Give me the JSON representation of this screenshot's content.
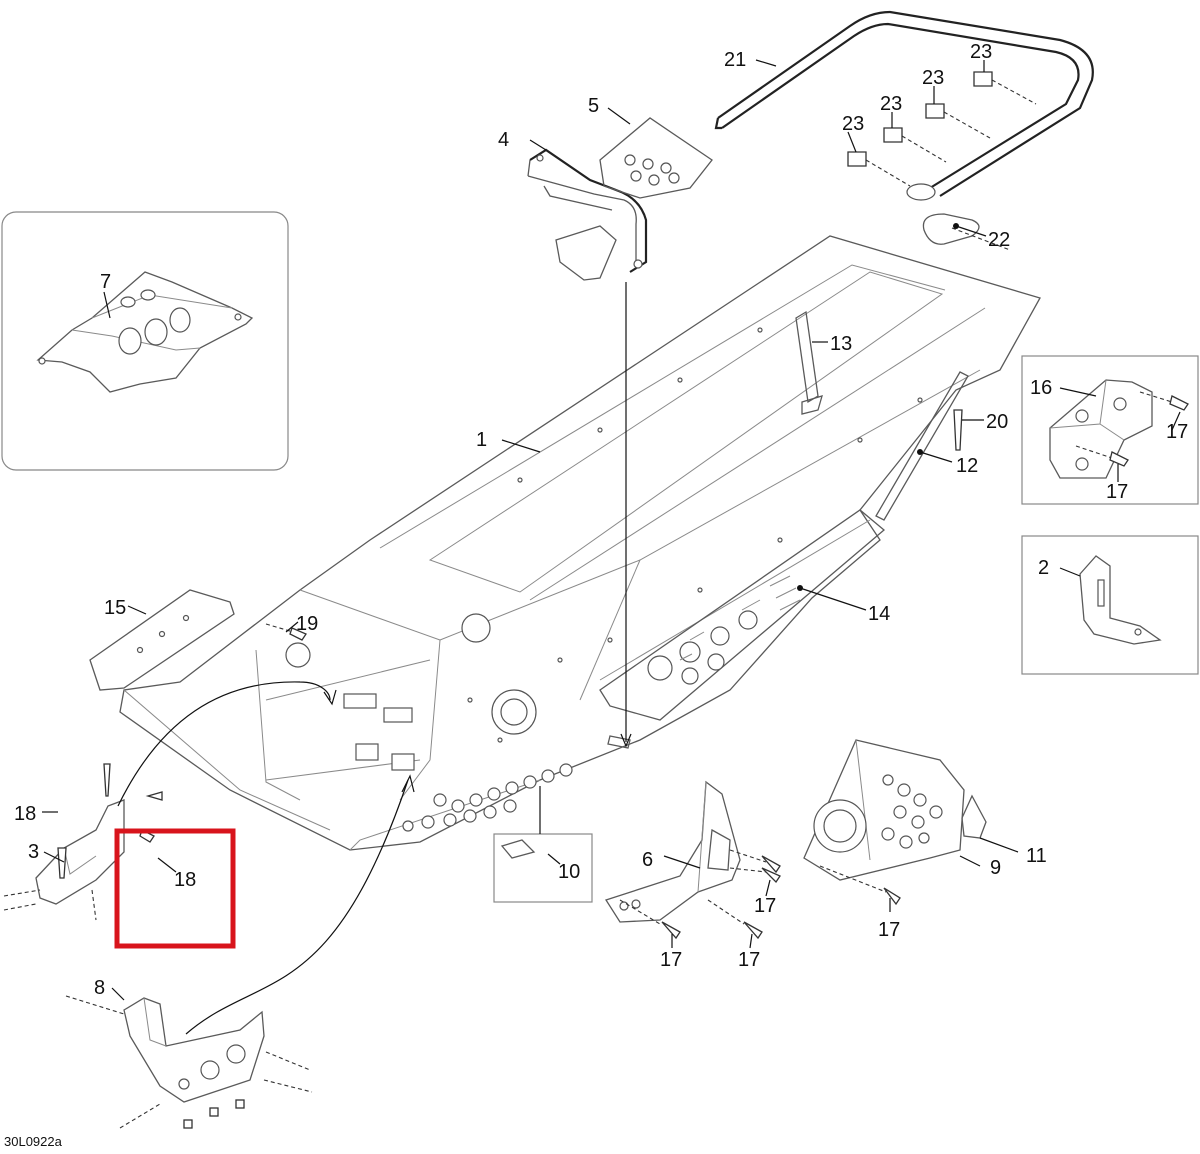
{
  "callouts": {
    "c1": "1",
    "c2": "2",
    "c3": "3",
    "c4": "4",
    "c5": "5",
    "c6": "6",
    "c7": "7",
    "c8": "8",
    "c9": "9",
    "c10": "10",
    "c11": "11",
    "c12": "12",
    "c13": "13",
    "c14": "14",
    "c15": "15",
    "c16": "16",
    "c17": "17",
    "c18": "18",
    "c19": "19",
    "c20": "20",
    "c21": "21",
    "c22": "22",
    "c23": "23"
  },
  "figure_id": "30L0922a",
  "highlight_color": "#d8141c"
}
